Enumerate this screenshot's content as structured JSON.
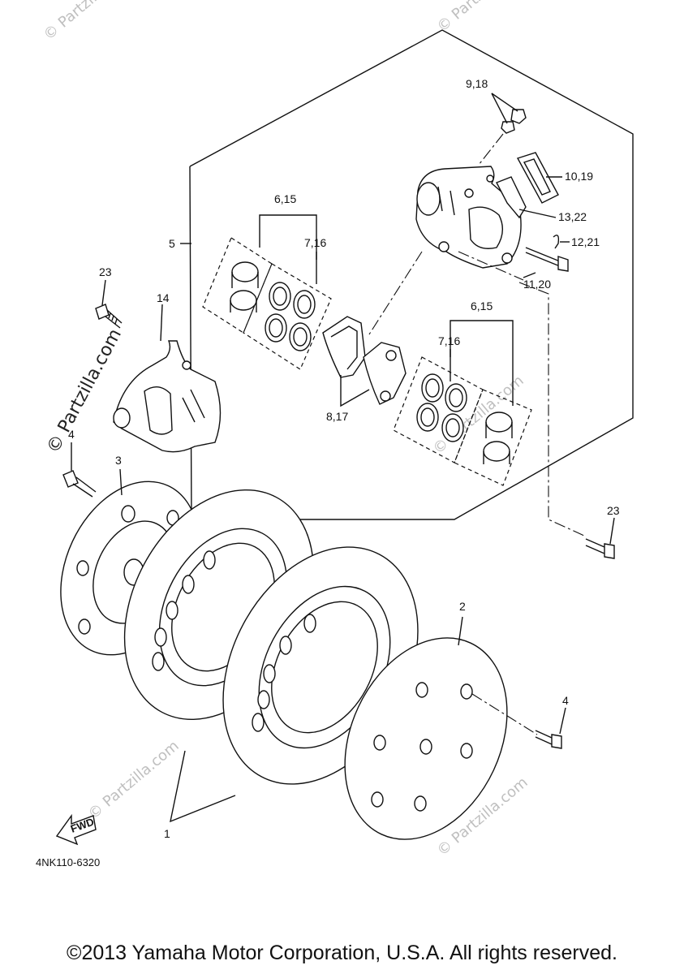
{
  "diagram": {
    "callouts": {
      "c1": "1",
      "c2": "2",
      "c3": "3",
      "c4a": "4",
      "c4b": "4",
      "c5": "5",
      "c6_15a": "6,15",
      "c6_15b": "6,15",
      "c7_16a": "7,16",
      "c7_16b": "7,16",
      "c8_17": "8,17",
      "c9_18": "9,18",
      "c10_19": "10,19",
      "c11_20": "11,20",
      "c12_21": "12,21",
      "c13_22": "13,22",
      "c14": "14",
      "c23a": "23",
      "c23b": "23"
    },
    "fwd_label": "FWD",
    "diagram_code": "4NK110-6320",
    "watermarks": [
      "© Partzilla.com",
      "© Partzilla.com",
      "© Partzilla.com",
      "© Partzilla.com",
      "© Partzilla.com",
      "© Partzilla.com"
    ]
  },
  "copyright": "©2013 Yamaha Motor Corporation, U.S.A. All rights reserved."
}
